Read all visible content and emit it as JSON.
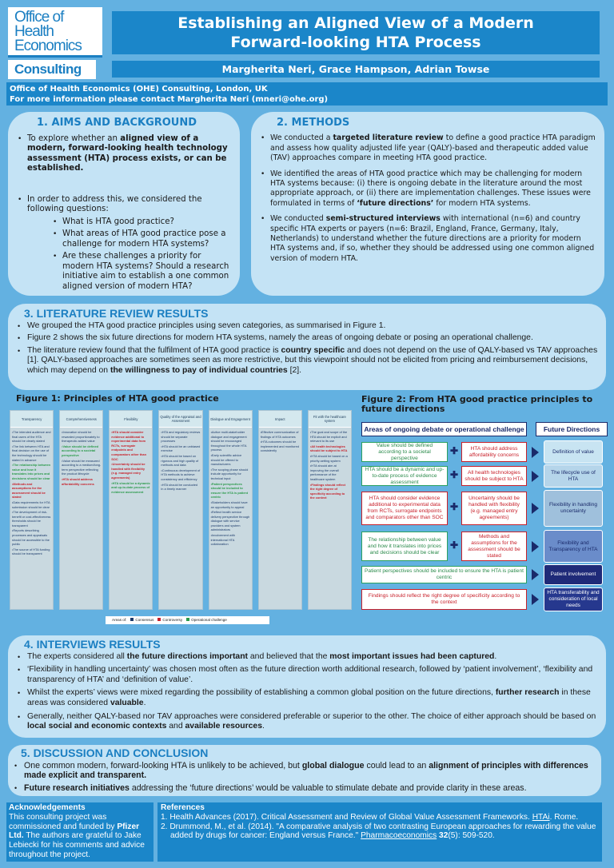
{
  "header": {
    "logo_lines": [
      "Office of",
      "Health",
      "Economics"
    ],
    "logo_sub": "Consulting",
    "title_lines": [
      "Establishing an Aligned View of a Modern",
      "Forward-looking HTA Process"
    ],
    "authors": "Margherita Neri, Grace Hampson, Adrian Towse",
    "affiliation": "Office of Health Economics (OHE) Consulting, London, UK",
    "contact": "For more information please contact Margherita Neri (mneri@ohe.org)"
  },
  "aims": {
    "heading": "1. AIMS AND BACKGROUND",
    "bullet1": [
      {
        "t": "To explore whether an "
      },
      {
        "t": "aligned view of a modern, forward-looking health technology assessment (HTA) process exists, or can be established.",
        "b": true
      }
    ],
    "bullet2": [
      {
        "t": "In order to address this, we considered the following questions:"
      }
    ],
    "questions": [
      "What is HTA good practice?",
      "What areas of HTA good practice pose a challenge for modern HTA systems?",
      "Are these challenges a priority for modern HTA systems? Should a research initiative aim to establish a one common aligned version of modern HTA?"
    ]
  },
  "methods": {
    "heading": "2. METHODS",
    "bullets": [
      [
        {
          "t": "We conducted a "
        },
        {
          "t": "targeted literature review",
          "b": true
        },
        {
          "t": " to define a good practice HTA paradigm and assess how quality adjusted life year (QALY)-based and therapeutic added value (TAV) approaches compare in meeting HTA good practice."
        }
      ],
      [
        {
          "t": "We identified the areas of HTA good practice which may be challenging for modern HTA systems because: (i) there is ongoing debate in the literature around the most appropriate approach, or (ii) there are implementation challenges. These issues were formulated in terms of "
        },
        {
          "t": "‘future directions’",
          "b": true
        },
        {
          "t": " for modern HTA systems."
        }
      ],
      [
        {
          "t": "We conducted "
        },
        {
          "t": "semi-structured interviews",
          "b": true
        },
        {
          "t": " with international (n=6) and country specific HTA experts or payers (n=6: Brazil, England, France, Germany, Italy, Netherlands) to understand whether the future directions are a priority for modern HTA systems and, if so, whether they should be addressed using one common aligned version of modern HTA."
        }
      ]
    ]
  },
  "literature": {
    "heading": "3. LITERATURE REVIEW RESULTS",
    "bullets": [
      [
        {
          "t": "We grouped the HTA good practice principles using seven categories, as summarised in Figure 1."
        }
      ],
      [
        {
          "t": "Figure 2 shows the six future directions for modern HTA systems, namely the areas of ongoing debate or posing an operational challenge."
        }
      ],
      [
        {
          "t": "The literature review found that the fulfilment of HTA good practice is "
        },
        {
          "t": "country specific",
          "b": true
        },
        {
          "t": " and does not depend on the use of QALY-based vs TAV approaches [1]. QALY-based approaches are sometimes seen as more restrictive, but this viewpoint should not be elicited from pricing and reimbursement decisions, which may depend on "
        },
        {
          "t": "the willingness to pay of individual countries",
          "b": true
        },
        {
          "t": " [2]."
        }
      ]
    ]
  },
  "figure1": {
    "title": "Figure 1: Principles of HTA good practice",
    "colors": {
      "consensus": "#1b3a6a",
      "controversy": "#c8202a",
      "operational": "#2a9a4a"
    },
    "columns": [
      {
        "header": "Transparency",
        "items": [
          {
            "t": "•The intended audience and final users of the HTA should be clearly stated",
            "k": "consensus"
          },
          {
            "t": "•The link between HTA and final decision on the use of the technology should be stated in advance",
            "k": "consensus"
          },
          {
            "t": "•The relationship between value and how it translates into prices and decisions should be clear",
            "k": "operational"
          },
          {
            "t": "•Methods and assumptions for the assessment should be stated",
            "k": "controversy"
          },
          {
            "t": "•Data requirements for HTA submission should be clear",
            "k": "consensus"
          },
          {
            "t": "•The development of risk-benefit or cost-effectiveness thresholds should be transparent",
            "k": "consensus"
          },
          {
            "t": "•Reports describing processes and appraisals should be accessible to the public",
            "k": "consensus"
          },
          {
            "t": "•The source of HTA funding should be transparent",
            "k": "consensus"
          }
        ]
      },
      {
        "header": "Comprehensiveness",
        "items": [
          {
            "t": "•Innovation should be rewarded proportionately to therapeutic added value",
            "k": "consensus"
          },
          {
            "t": "•Value should be defined according to a societal perspective",
            "k": "operational"
          },
          {
            "t": "•Value should be measured according to a medium/long-term perspective reflecting the product lifecycle",
            "k": "consensus"
          },
          {
            "t": "•HTA should address affordability concerns",
            "k": "controversy"
          }
        ]
      },
      {
        "header": "Flexibility",
        "items": [
          {
            "t": "•HTA should consider evidence additional to experimental data from RCTs, surrogate endpoints and comparators other than SOC",
            "k": "controversy"
          },
          {
            "t": "•Uncertainty should be handled with flexibility (e.g. managed entry agreements)",
            "k": "controversy"
          },
          {
            "t": "•HTA should be a dynamic and up-to-date process of evidence assessment",
            "k": "operational"
          }
        ]
      },
      {
        "header": "Quality of the Appraisal and Assessment",
        "items": [
          {
            "t": "•HTA and regulatory reviews should be separate processes",
            "k": "consensus"
          },
          {
            "t": "•HTA should be an unbiased exercise",
            "k": "consensus"
          },
          {
            "t": "•HTA should be based on rigorous and high quality of methods and data",
            "k": "consensus"
          },
          {
            "t": "•Continuous development of HTA methods to achieve consistency and efficiency",
            "k": "consensus"
          },
          {
            "t": "•HTA should be conducted in a timely manner",
            "k": "consensus"
          }
        ]
      },
      {
        "header": "Dialogue and Engagement",
        "items": [
          {
            "t": "•Active multi-stakeholder dialogue and engagement should be encouraged throughout the whole HTA process",
            "k": "consensus"
          },
          {
            "t": "•Early scientific advice should be offered to manufacturers",
            "k": "consensus"
          },
          {
            "t": "•The scoping phase should include opportunity for technical input",
            "k": "consensus"
          },
          {
            "t": "•Patient perspectives should be included to ensure the HTA is patient centric",
            "k": "operational"
          },
          {
            "t": "•Stakeholders should have an opportunity to appeal",
            "k": "consensus"
          },
          {
            "t": "•Reflect health service delivery perspective through dialogue with service providers and system administrators",
            "k": "consensus"
          },
          {
            "t": "•Involvement with international HTA collaboration",
            "k": "consensus"
          }
        ]
      },
      {
        "header": "Impact",
        "items": [
          {
            "t": "•Effective communication of findings of HTA outcomes",
            "k": "consensus"
          },
          {
            "t": "•HTA outcomes should be implemented and monitored consistently",
            "k": "consensus"
          }
        ]
      },
      {
        "header": "Fit with the healthcare system",
        "items": [
          {
            "t": "•The goal and scope of the HTA should be explicit and relevant to its use",
            "k": "consensus"
          },
          {
            "t": "•All health technologies should be subject to HTA",
            "k": "controversy"
          },
          {
            "t": "•HTA should be based on a priority-setting system",
            "k": "consensus"
          },
          {
            "t": "•HTA should aim at improving the overall performance of the healthcare system",
            "k": "consensus"
          },
          {
            "t": "•Findings should reflect the right degree of specificity according to the context",
            "k": "controversy"
          }
        ]
      }
    ],
    "legend": {
      "label": "Areas of:",
      "items": [
        {
          "label": "Consensus",
          "k": "consensus"
        },
        {
          "label": "Controversy",
          "k": "controversy"
        },
        {
          "label": "Operational challenge",
          "k": "operational"
        }
      ]
    }
  },
  "figure2": {
    "title": "Figure 2: From HTA good practice principles to future directions",
    "left_header": "Areas of ongoing debate or operational challenge",
    "right_header": "Future Directions",
    "rows": [
      {
        "a": {
          "t": "Value should be defined according to a societal perspective",
          "k": "operational"
        },
        "b": {
          "t": "HTA should address affordability concerns",
          "k": "controversy"
        },
        "fd": "Definition of value",
        "bg": "#c8e4f2",
        "fg": "#1a2a6a"
      },
      {
        "a": {
          "t": "HTA should be a dynamic and up-to-date process of evidence assessment",
          "k": "operational"
        },
        "b": {
          "t": "All health technologies should be subject to HTA",
          "k": "controversy"
        },
        "fd": "The lifecycle use of HTA",
        "bg": "#b5d5ea",
        "fg": "#1a2a6a"
      },
      {
        "a": {
          "t": "HTA should consider evidence additional to experimental data from RCTs, surrogate endpoints and comparators other than SOC",
          "k": "controversy"
        },
        "b": {
          "t": "Uncertainty should be handled with flexibility (e.g. managed entry agreements)",
          "k": "controversy"
        },
        "fd": "Flexibility in handling uncertainty",
        "bg": "#9fc0dc",
        "fg": "#1a2a6a"
      },
      {
        "a": {
          "t": "The relationship between value and how it translates into prices and decisions should be clear",
          "k": "operational"
        },
        "b": {
          "t": "Methods and assumptions for the assessment should be stated",
          "k": "controversy"
        },
        "fd": "Flexibility and Transparency of HTA",
        "bg": "#6a8cca",
        "fg": "#1a2a6a"
      },
      {
        "a": {
          "t": "Patient perspectives should be included to ensure the HTA is patient centric",
          "k": "operational"
        },
        "fd": "Patient involvement",
        "bg": "#1f2a78",
        "fg": "#ffffff"
      },
      {
        "a": {
          "t": "Findings should reflect the right degree of specificity according to the context",
          "k": "controversy"
        },
        "fd": "HTA transferability and consideration of local needs",
        "bg": "#26388e",
        "fg": "#ffffff"
      }
    ]
  },
  "interviews": {
    "heading": "4. INTERVIEWS RESULTS",
    "bullets": [
      [
        {
          "t": "The experts considered all "
        },
        {
          "t": "the future directions important",
          "b": true
        },
        {
          "t": " and believed that the "
        },
        {
          "t": "most important issues had been captured",
          "b": true
        },
        {
          "t": "."
        }
      ],
      [
        {
          "t": "‘Flexibility in handling uncertainty’ was chosen most often as the future direction worth additional research, followed by ‘patient involvement’, ‘flexibility and transparency of HTA’ and ‘definition of value’."
        }
      ],
      [
        {
          "t": "Whilst the experts’ views were mixed regarding the possibility of establishing a common global position on the future directions, "
        },
        {
          "t": "further research",
          "b": true
        },
        {
          "t": " in these areas was considered "
        },
        {
          "t": "valuable",
          "b": true
        },
        {
          "t": "."
        }
      ],
      [
        {
          "t": "Generally, neither QALY-based nor TAV approaches were considered preferable or superior to the other. The choice of either approach should be based on "
        },
        {
          "t": "local social and economic contexts",
          "b": true
        },
        {
          "t": " and "
        },
        {
          "t": "available resources",
          "b": true
        },
        {
          "t": "."
        }
      ]
    ]
  },
  "discussion": {
    "heading": "5. DISCUSSION AND CONCLUSION",
    "bullets": [
      [
        {
          "t": "One common modern, forward-looking HTA is unlikely to be achieved, but "
        },
        {
          "t": "global dialogue",
          "b": true
        },
        {
          "t": " could lead to an "
        },
        {
          "t": "alignment of principles with differences made explicit and transparent.",
          "b": true
        }
      ],
      [
        {
          "t": "Future research initiatives",
          "b": true
        },
        {
          "t": " addressing the ‘future directions’ would be valuable to stimulate debate and provide clarity in these areas."
        }
      ]
    ]
  },
  "acknowledgements": {
    "heading": "Acknowledgements",
    "body": [
      {
        "t": "This consulting project was commissioned and funded by "
      },
      {
        "t": "Pfizer Ltd.",
        "b": true
      },
      {
        "t": " The authors are grateful to Jake Lebiecki for his comments and advice throughout the project."
      }
    ]
  },
  "references": {
    "heading": "References",
    "items": [
      [
        {
          "t": "1. Health Advances (2017). Critical Assessment and Review of Global Value Assessment Frameworks. "
        },
        {
          "t": "HTAi",
          "u": true
        },
        {
          "t": ". Rome."
        }
      ],
      [
        {
          "t": "2. Drummond, M., et al. (2014). \"A comparative analysis of two contrasting European approaches for rewarding the value added by drugs for cancer: England versus France.\" "
        },
        {
          "t": "Pharmacoeconomics",
          "u": true
        },
        {
          "t": " "
        },
        {
          "t": "32",
          "b": true
        },
        {
          "t": "(5): 509-520."
        }
      ]
    ]
  }
}
